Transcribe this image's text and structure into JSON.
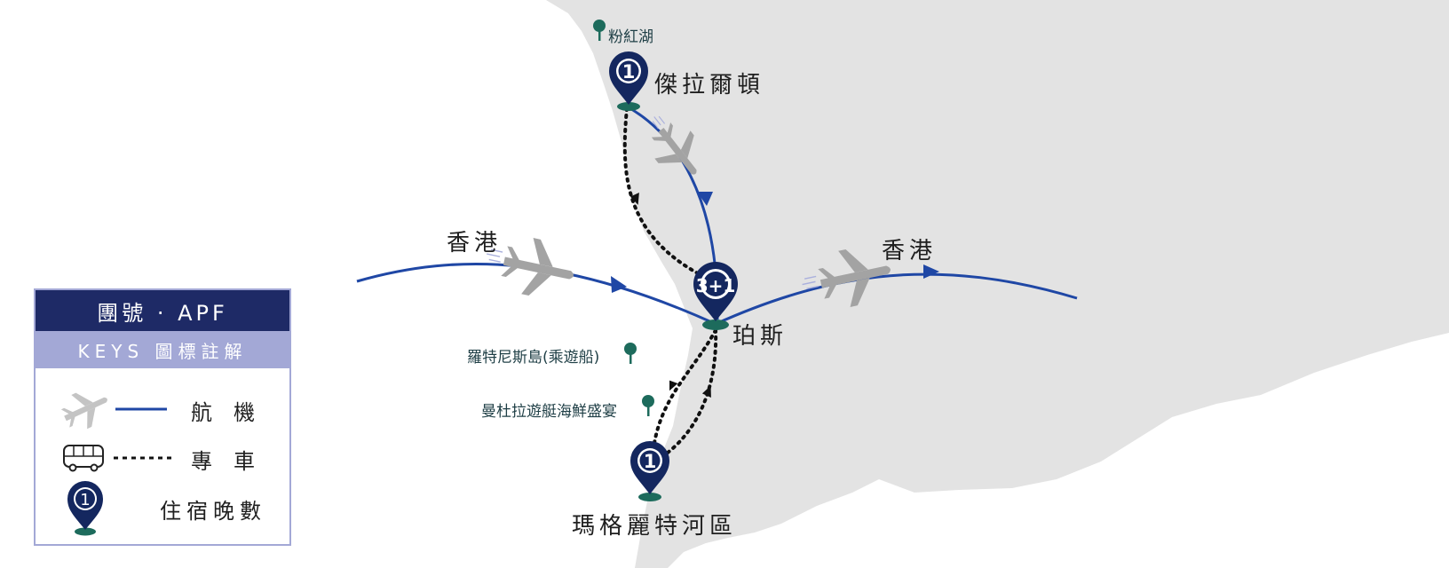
{
  "colors": {
    "land": "#e3e3e3",
    "flight": "#1f47a5",
    "pin": "#14275f",
    "pin_base": "#1d6b5c",
    "poi": "#1d6b5c",
    "plane": "#a3a3a3",
    "legend_header": "#1e2a66",
    "legend_sub": "#a3a8d6"
  },
  "map": {
    "cities": {
      "geraldton": "傑拉爾頓",
      "perth": "珀斯",
      "margaret_river": "瑪格麗特河區",
      "hk_west": "香港",
      "hk_east": "香港"
    },
    "pois": {
      "pink_lake": "粉紅湖",
      "rottnest": "羅特尼斯島(乘遊船)",
      "mandurah": "曼杜拉遊艇海鮮盛宴"
    },
    "nights": {
      "geraldton": "1",
      "perth": "3+1",
      "margaret_river": "1"
    }
  },
  "legend": {
    "title": "團號 · APF",
    "subtitle": "KEYS 圖標註解",
    "flight_label": "航機",
    "coach_label": "專車",
    "nights_label": "住宿晚數",
    "nights_example": "1",
    "icons": [
      "plane-icon",
      "bus-icon",
      "map-pin-icon"
    ]
  }
}
